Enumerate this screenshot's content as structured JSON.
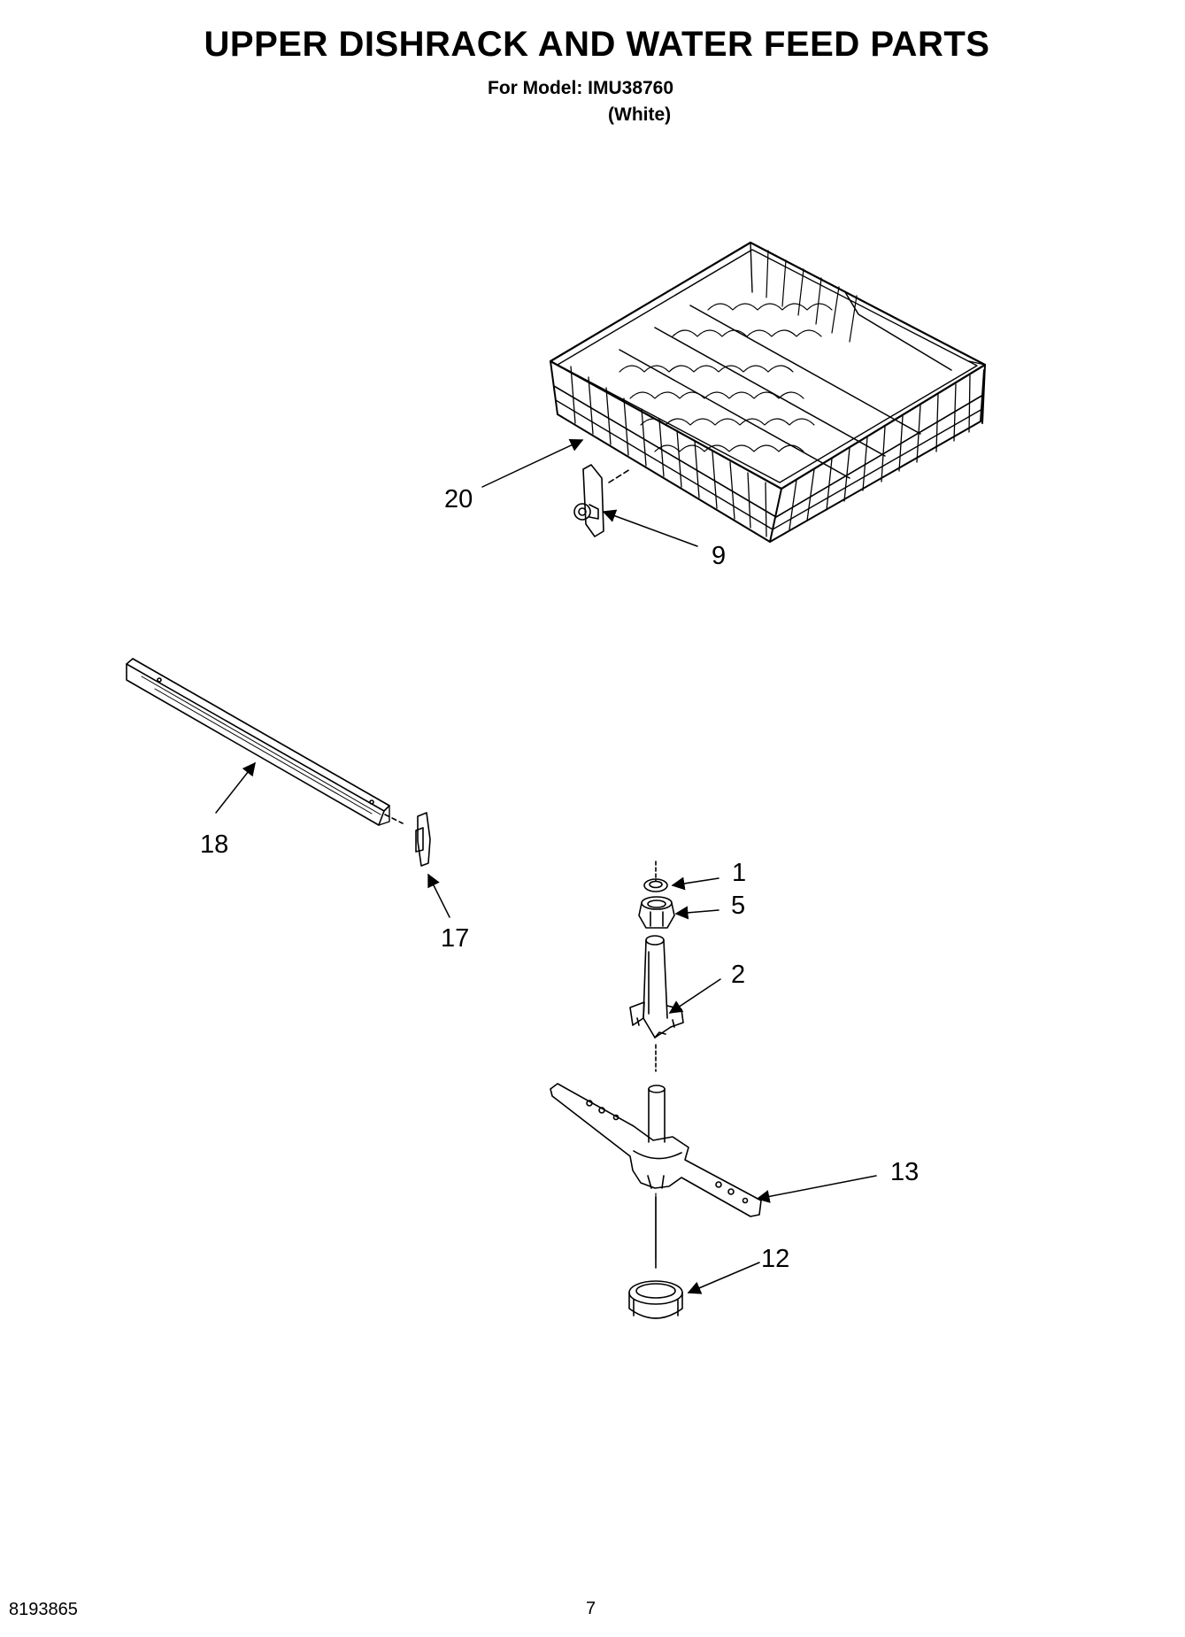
{
  "header": {
    "title": "UPPER DISHRACK AND WATER FEED PARTS",
    "model_line": "For Model: IMU38760",
    "color_line": "(White)"
  },
  "callouts": {
    "c1": "1",
    "c2": "2",
    "c5": "5",
    "c9": "9",
    "c12": "12",
    "c13": "13",
    "c17": "17",
    "c18": "18",
    "c20": "20"
  },
  "footer": {
    "doc_number": "8193865",
    "page_number": "7"
  }
}
